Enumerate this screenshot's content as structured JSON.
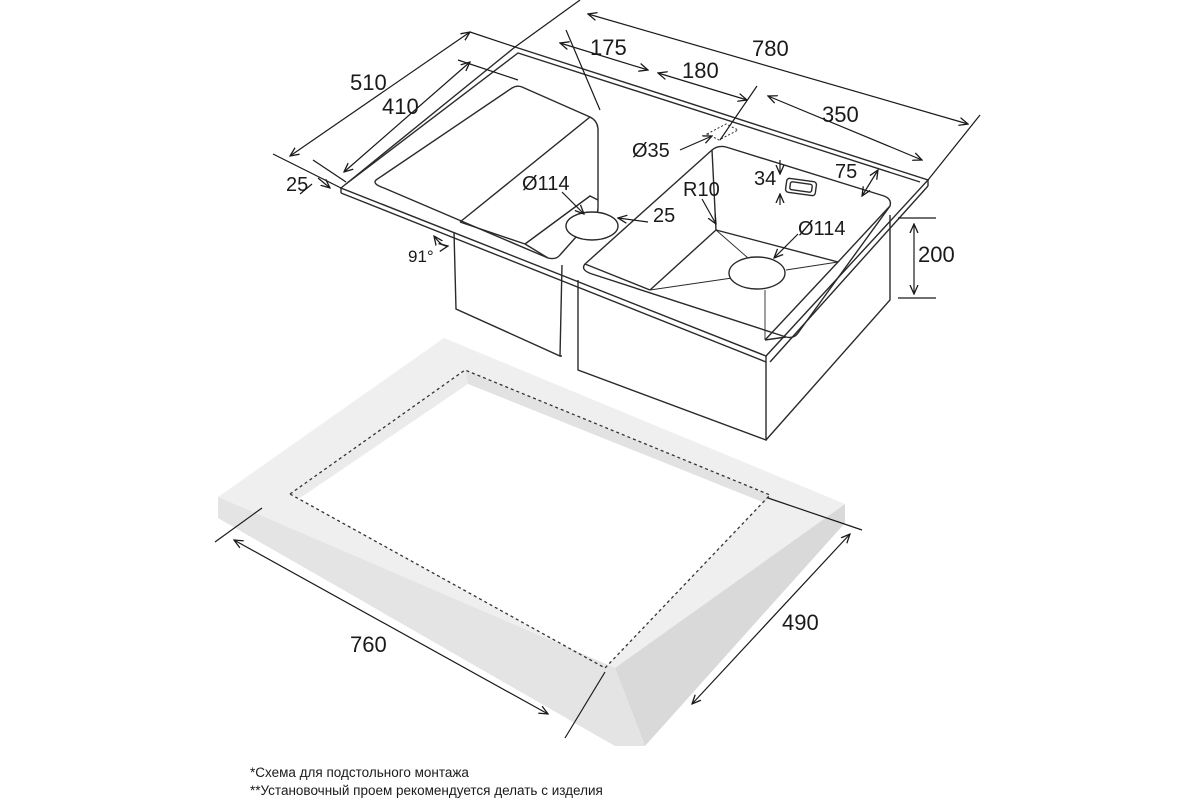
{
  "dimensions": {
    "overall_length": "780",
    "overall_width": "510",
    "inner_width": "410",
    "left_bowl_length": "175",
    "center_offset": "180",
    "right_bowl_length": "350",
    "rim_edge": "25",
    "drain_left": "Ø114",
    "drain_right": "Ø114",
    "tap_hole": "Ø35",
    "inner_radius": "R10",
    "overflow_height": "34",
    "overflow_offset": "75",
    "drain_offset": "25",
    "bowl_depth": "200",
    "angle": "91°",
    "cutout_length": "760",
    "cutout_width": "490"
  },
  "notes": {
    "line1": "*Схема для подстольного монтажа",
    "line2": "**Установочный проем рекомендуется делать с изделия"
  }
}
